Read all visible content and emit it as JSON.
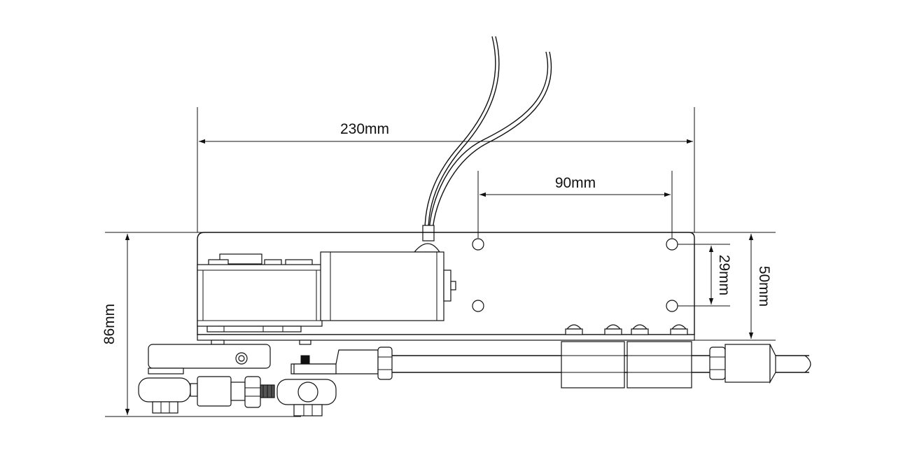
{
  "dimensions": {
    "overall_length": "230mm",
    "hole_spacing_horizontal": "90mm",
    "total_height": "86mm",
    "plate_height": "50mm",
    "hole_spacing_vertical": "29mm"
  }
}
